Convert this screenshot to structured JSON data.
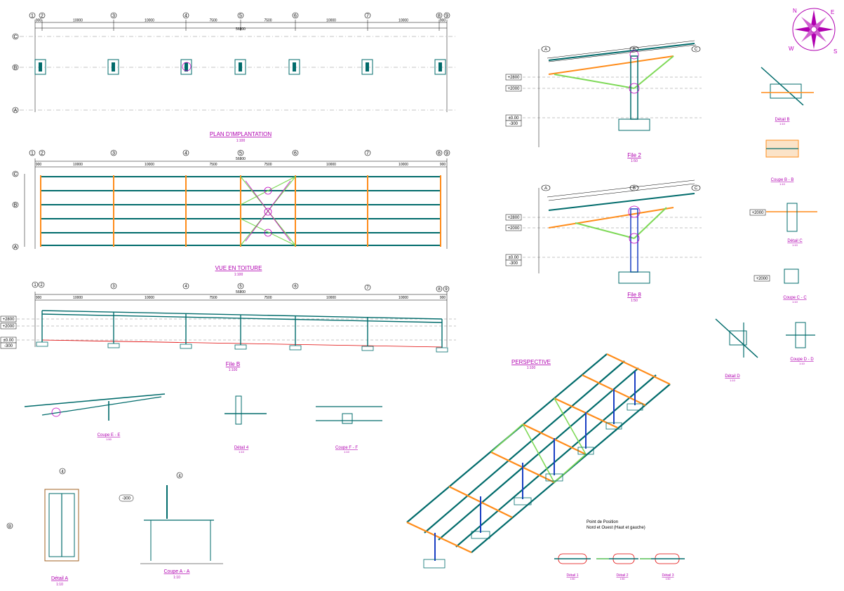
{
  "drawing": {
    "plan_implantation": {
      "title": "PLAN D'IMPLANTATION",
      "scale": "1:100"
    },
    "vue_toiture": {
      "title": "VUE EN TOITURE",
      "scale": "1:100"
    },
    "file_b": {
      "title": "File B",
      "scale": "1:100"
    },
    "file_2": {
      "title": "File 2",
      "scale": "1:50"
    },
    "file_8": {
      "title": "File 8",
      "scale": "1:50"
    },
    "perspective": {
      "title": "PERSPECTIVE",
      "scale": "1:100"
    },
    "coupe_ee": {
      "title": "Coupe E - E",
      "scale": "1:50"
    },
    "detail_4": {
      "title": "Détail 4",
      "scale": "1:10"
    },
    "coupe_ff": {
      "title": "Coupe F - F",
      "scale": "1:10"
    },
    "detail_a": {
      "title": "Détail A",
      "scale": "1:10"
    },
    "coupe_aa": {
      "title": "Coupe A - A",
      "scale": "1:10"
    },
    "detail_b": {
      "title": "Détail B",
      "scale": "1:10"
    },
    "coupe_bb": {
      "title": "Coupe B - B",
      "scale": "1:10"
    },
    "detail_c": {
      "title": "Détail C",
      "scale": "1:10"
    },
    "coupe_cc": {
      "title": "Coupe C - C",
      "scale": "1:10"
    },
    "detail_d": {
      "title": "Détail D",
      "scale": "1:10"
    },
    "coupe_dd": {
      "title": "Coupe D - D",
      "scale": "1:10"
    },
    "detail_1": {
      "title": "Détail 1",
      "scale": "1:50"
    },
    "detail_2": {
      "title": "Détail 2",
      "scale": "1:50"
    },
    "detail_3": {
      "title": "Détail 3",
      "scale": "1:50"
    }
  },
  "grid_axes": {
    "numbered": [
      "1",
      "2",
      "3",
      "4",
      "5",
      "6",
      "7",
      "8",
      "9"
    ],
    "lettered": [
      "A",
      "B",
      "C"
    ]
  },
  "dimensions": {
    "bays": [
      "900",
      "10000",
      "10000",
      "7500",
      "7500",
      "10000",
      "10000",
      "900"
    ],
    "total": "56800"
  },
  "levels": [
    "+2800",
    "+2000",
    "±0.00",
    "-300"
  ],
  "position_note": {
    "line1": "Point de Position",
    "line2": "Nord et Ouest (Haut et gauche)"
  },
  "compass": {
    "letters": [
      "N",
      "S",
      "E",
      "W"
    ],
    "color": "#b000b0"
  },
  "colors": {
    "steel": "#006b6b",
    "purlin": "#ff8c1a",
    "brace": "#7ed957",
    "column": "#1a3fc4",
    "title": "#b000b0",
    "grid": "#6e6e6e",
    "cut": "#e00000"
  }
}
